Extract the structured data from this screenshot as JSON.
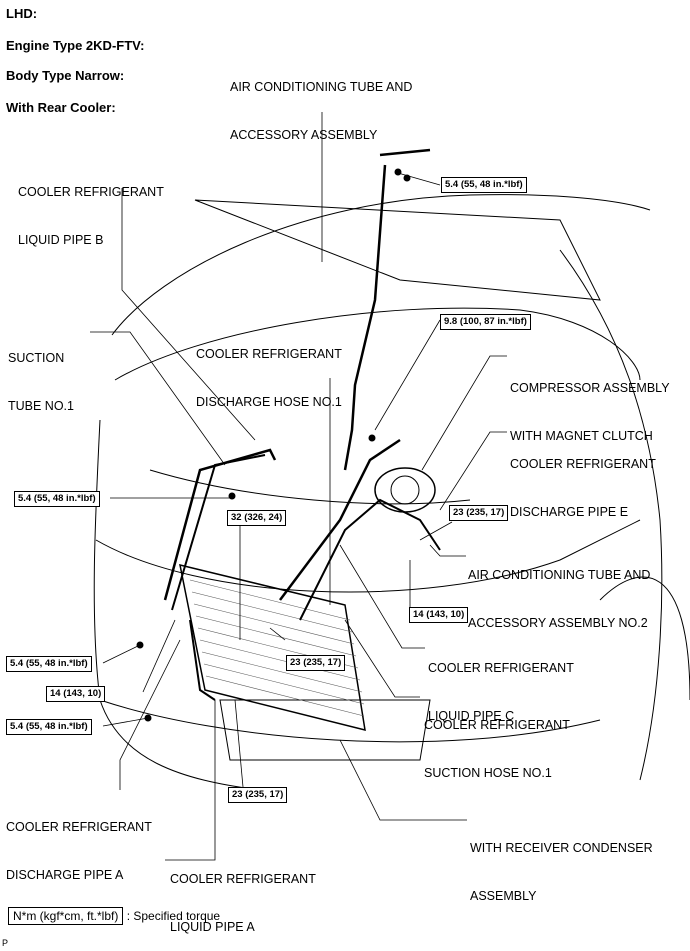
{
  "header": {
    "lhd": "LHD:",
    "engine": "Engine Type 2KD-FTV:",
    "body": "Body Type Narrow:",
    "rear": "With Rear Cooler:"
  },
  "labels": {
    "ac_tube_1": "AIR CONDITIONING TUBE AND",
    "ac_tube_2": "ACCESSORY ASSEMBLY",
    "liquid_b_1": "COOLER REFRIGERANT",
    "liquid_b_2": "LIQUID PIPE B",
    "suction_tube_1": "SUCTION",
    "suction_tube_2": "TUBE NO.1",
    "discharge_hose_1": "COOLER REFRIGERANT",
    "discharge_hose_2": "DISCHARGE HOSE NO.1",
    "compressor_1": "COMPRESSOR ASSEMBLY",
    "compressor_2": "WITH MAGNET CLUTCH",
    "discharge_e_1": "COOLER REFRIGERANT",
    "discharge_e_2": "DISCHARGE PIPE E",
    "ac_tube2_1": "AIR CONDITIONING TUBE AND",
    "ac_tube2_2": "ACCESSORY ASSEMBLY NO.2",
    "liquid_c_1": "COOLER REFRIGERANT",
    "liquid_c_2": "LIQUID PIPE C",
    "suction_hose_1": "COOLER REFRIGERANT",
    "suction_hose_2": "SUCTION HOSE NO.1",
    "discharge_a_1": "COOLER REFRIGERANT",
    "discharge_a_2": "DISCHARGE PIPE A",
    "liquid_a_1": "COOLER REFRIGERANT",
    "liquid_a_2": "LIQUID PIPE A",
    "condenser_1": "WITH RECEIVER CONDENSER",
    "condenser_2": "ASSEMBLY"
  },
  "torques": {
    "t1": "5.4 (55, 48 in.*lbf)",
    "t2": "9.8 (100, 87 in.*lbf)",
    "t3": "5.4 (55, 48 in.*lbf)",
    "t4": "32 (326, 24)",
    "t5": "23 (235, 17)",
    "t6": "14 (143, 10)",
    "t7": "5.4 (55, 48 in.*lbf)",
    "t8": "23 (235, 17)",
    "t9": "14 (143, 10)",
    "t10": "5.4 (55, 48 in.*lbf)",
    "t11": "23 (235, 17)"
  },
  "legend": {
    "unit": "N*m (kgf*cm, ft.*lbf)",
    "text": ": Specified torque"
  },
  "corner_mark": "P"
}
